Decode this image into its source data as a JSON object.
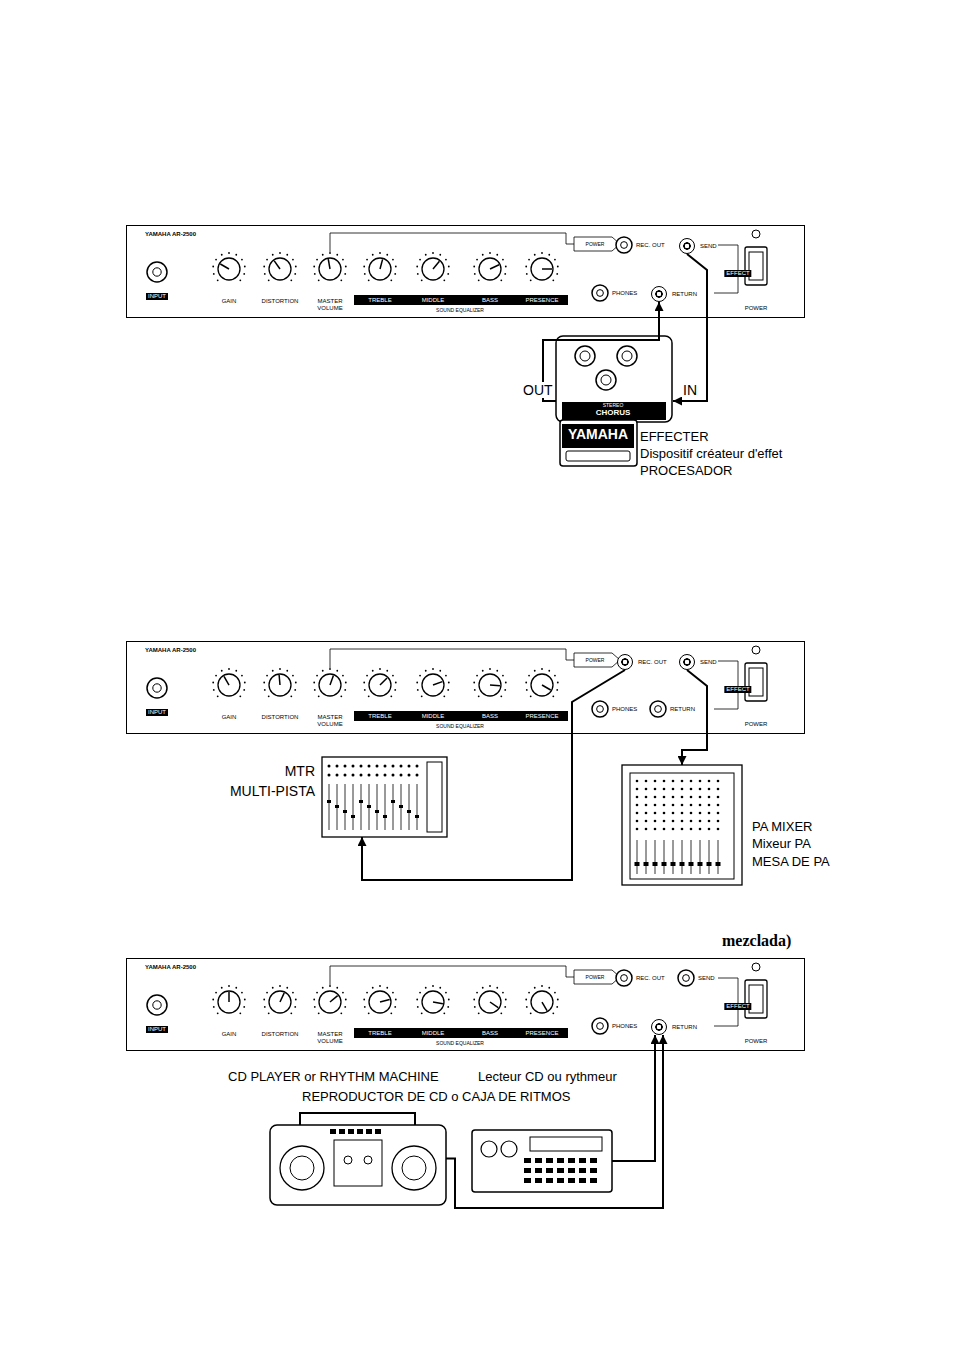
{
  "diagram": {
    "nodes": [
      {
        "text": [
          "YAMAHA AR-2500"
        ]
      },
      {
        "text": [
          "SEND"
        ],
        "in": 0
      },
      {
        "text": [
          "RETURN"
        ],
        "in": 0
      },
      {
        "text": [
          "STEREO",
          "CHORUS",
          "YAMAHA",
          "EFFECTER",
          "Dispositif créateur d'effet",
          "PROCESADOR"
        ]
      },
      {
        "text": [
          "YAMAHA AR-2500"
        ]
      },
      {
        "text": [
          "REC. OUT"
        ],
        "in": 4
      },
      {
        "text": [
          "SEND"
        ],
        "in": 4
      },
      {
        "text": [
          "MTR",
          "MULTI-PISTA"
        ]
      },
      {
        "text": [
          "PA MIXER",
          "Mixeur PA",
          "MESA DE PA"
        ]
      },
      {
        "text": [
          "YAMAHA AR-2500"
        ]
      },
      {
        "text": [
          "RETURN"
        ],
        "in": 9
      },
      {
        "text": [
          "CD PLAYER or RHYTHM MACHINE",
          "REPRODUCTOR DE CD o CAJA DE RITMOS"
        ]
      },
      {
        "text": [
          "Lecteur CD ou rythmeur"
        ]
      }
    ],
    "edges": [
      {
        "from": 1,
        "to": 3,
        "label": "IN",
        "arrow": "to"
      },
      {
        "from": 3,
        "to": 2,
        "label": "OUT",
        "arrow": "to"
      },
      {
        "from": 5,
        "to": 7,
        "arrow": "to"
      },
      {
        "from": 6,
        "to": 8,
        "arrow": "to"
      },
      {
        "from": 11,
        "to": 10,
        "arrow": "to"
      },
      {
        "from": 12,
        "to": 10,
        "arrow": "to"
      }
    ],
    "labels": [
      "INPUT",
      "GAIN",
      "DISTORTION",
      "MASTER VOLUME",
      "TREBLE",
      "MIDDLE",
      "BASS",
      "PRESENCE",
      "SOUND EQUALIZER",
      "POWER",
      "REC. OUT",
      "EFFECT",
      "PHONES",
      "POWER",
      "INPUT",
      "GAIN",
      "DISTORTION",
      "MASTER VOLUME",
      "TREBLE",
      "MIDDLE",
      "BASS",
      "PRESENCE",
      "SOUND EQUALIZER",
      "POWER",
      "EFFECT",
      "PHONES",
      "RETURN",
      "POWER",
      "INPUT",
      "GAIN",
      "DISTORTION",
      "MASTER VOLUME",
      "TREBLE",
      "MIDDLE",
      "BASS",
      "PRESENCE",
      "SOUND EQUALIZER",
      "POWER",
      "REC. OUT",
      "SEND",
      "EFFECT",
      "PHONES",
      "POWER",
      "mezclada)"
    ]
  }
}
